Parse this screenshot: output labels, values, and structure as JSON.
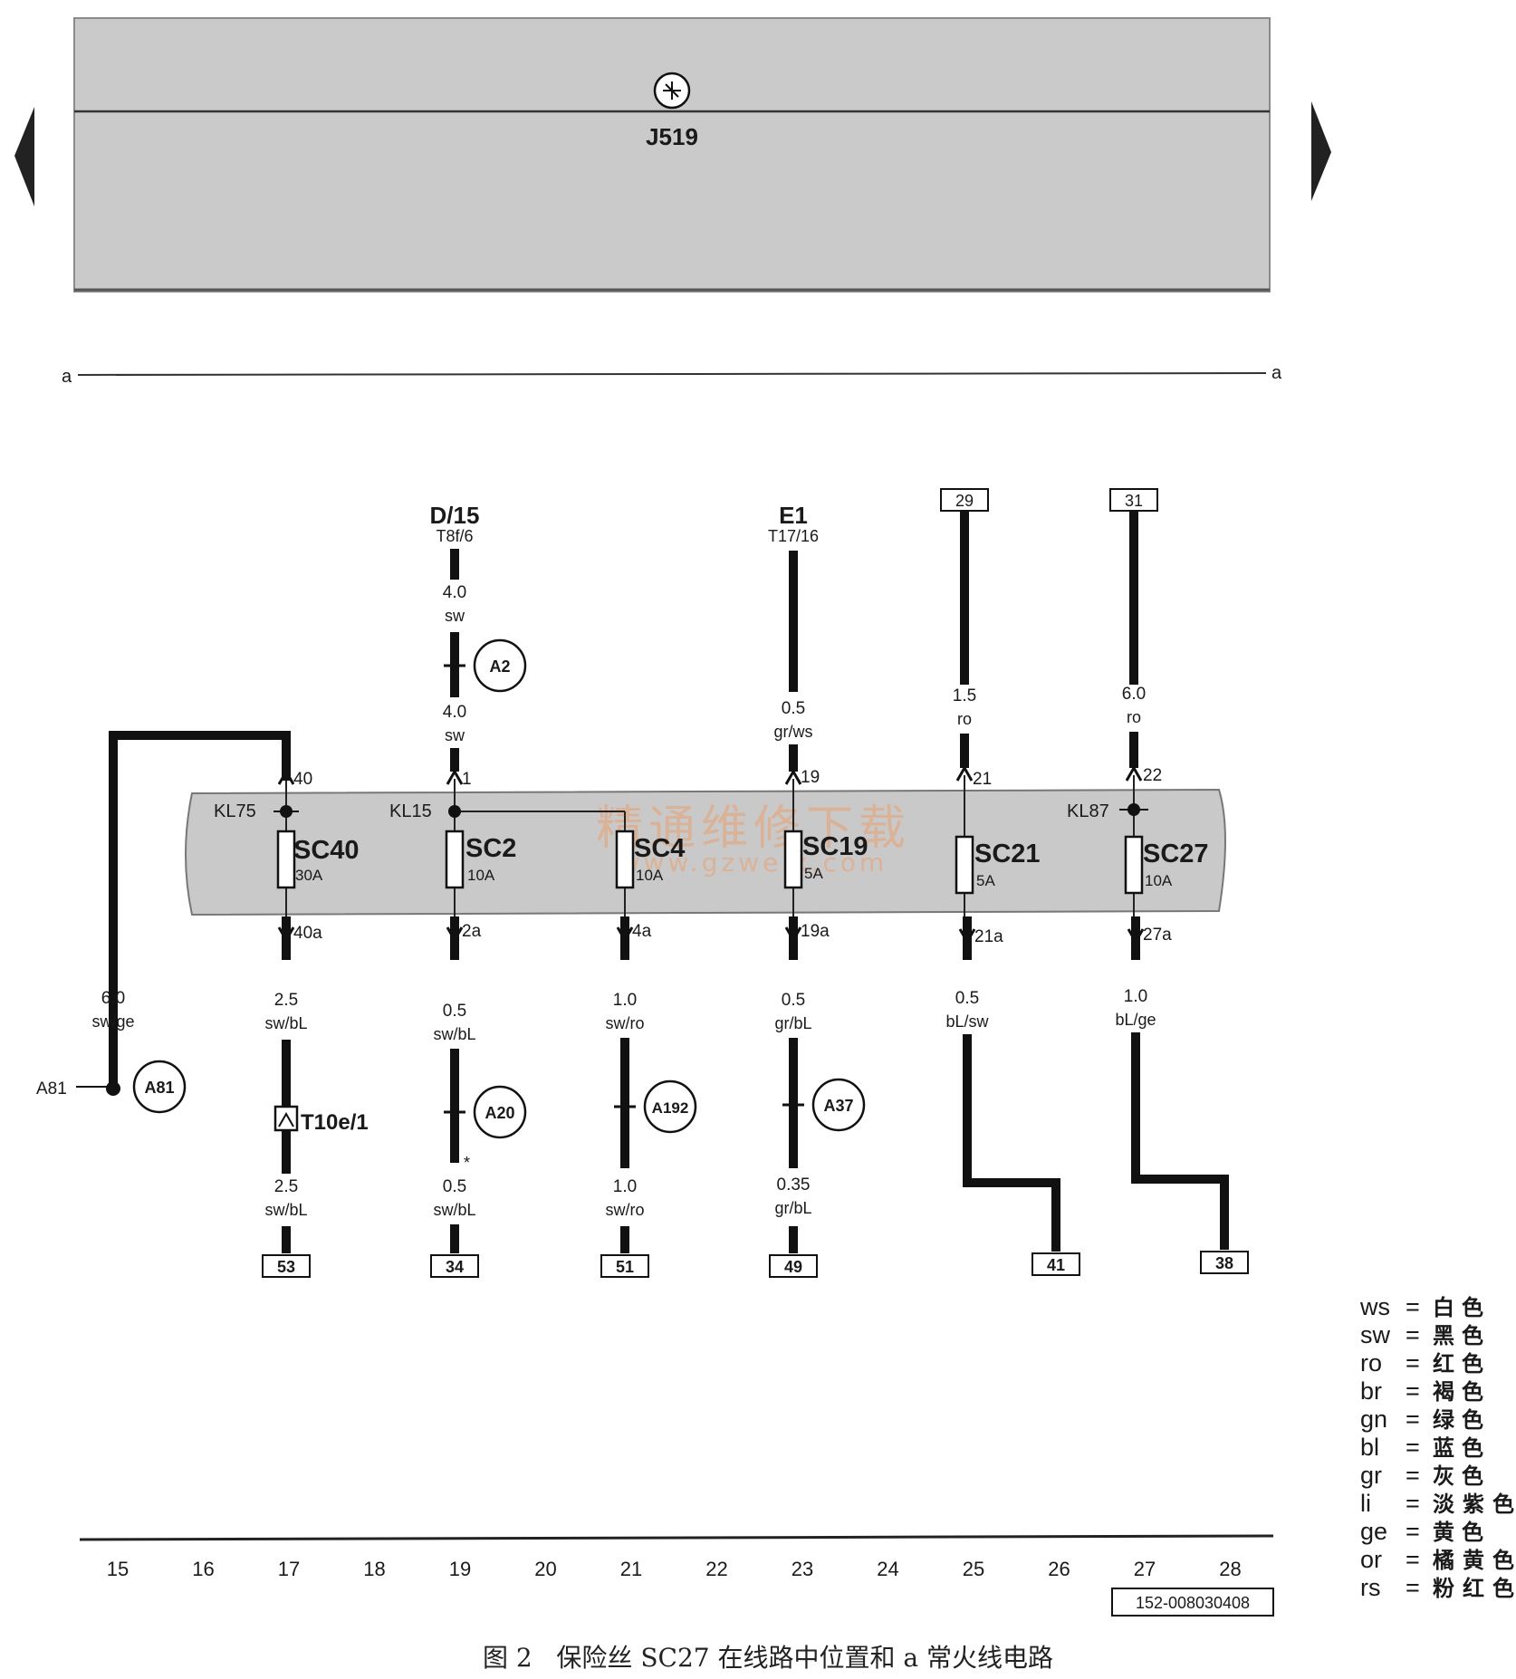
{
  "control_unit": {
    "label": "J519",
    "symbol": "ecu-circle-symbol"
  },
  "bus_line": {
    "left_label": "a",
    "right_label": "a"
  },
  "top_sources": {
    "d": {
      "name": "D/15",
      "connector": "T8f/6",
      "wire_top": {
        "size": "4.0",
        "color": "sw"
      },
      "wire_bottom": {
        "size": "4.0",
        "color": "sw"
      },
      "splice": "A2"
    },
    "e": {
      "name": "E1",
      "connector": "T17/16",
      "wire": {
        "size": "0.5",
        "color": "gr/ws"
      }
    },
    "box29": {
      "ref": "29",
      "wire": {
        "size": "1.5",
        "color": "ro"
      }
    },
    "box31": {
      "ref": "31",
      "wire": {
        "size": "6.0",
        "color": "ro"
      }
    }
  },
  "pins_top": [
    "40",
    "1",
    "19",
    "21",
    "22"
  ],
  "terminals": {
    "kl75": "KL75",
    "kl15": "KL15",
    "kl87": "KL87"
  },
  "fuses": [
    {
      "name": "SC40",
      "rating": "30A",
      "pin_out": "40a"
    },
    {
      "name": "SC2",
      "rating": "10A",
      "pin_out": "2a"
    },
    {
      "name": "SC4",
      "rating": "10A",
      "pin_out": "4a"
    },
    {
      "name": "SC19",
      "rating": "5A",
      "pin_out": "19a"
    },
    {
      "name": "SC21",
      "rating": "5A",
      "pin_out": "21a"
    },
    {
      "name": "SC27",
      "rating": "10A",
      "pin_out": "27a"
    }
  ],
  "watermark": {
    "cn": "精通维修下载",
    "url": "www.gzweix.com"
  },
  "left_feed": {
    "size": "6.0",
    "color": "sw/ge",
    "node": "A81",
    "splice": "A81"
  },
  "outputs": [
    {
      "upper": {
        "size": "2.5",
        "color": "sw/bL"
      },
      "inline": "T10e/1",
      "lower": {
        "size": "2.5",
        "color": "sw/bL"
      },
      "ref": "53"
    },
    {
      "upper": {
        "size": "0.5",
        "color": "sw/bL"
      },
      "inline": "A20",
      "lower": {
        "size": "0.5",
        "color": "sw/bL"
      },
      "ref": "34",
      "mark": "*"
    },
    {
      "upper": {
        "size": "1.0",
        "color": "sw/ro"
      },
      "inline": "A192",
      "lower": {
        "size": "1.0",
        "color": "sw/ro"
      },
      "ref": "51"
    },
    {
      "upper": {
        "size": "0.5",
        "color": "gr/bL"
      },
      "inline": "A37",
      "lower": {
        "size": "0.35",
        "color": "gr/bL"
      },
      "ref": "49"
    },
    {
      "upper": {
        "size": "0.5",
        "color": "bL/sw"
      },
      "ref": "41"
    },
    {
      "upper": {
        "size": "1.0",
        "color": "bL/ge"
      },
      "ref": "38"
    }
  ],
  "ruler": [
    "15",
    "16",
    "17",
    "18",
    "19",
    "20",
    "21",
    "22",
    "23",
    "24",
    "25",
    "26",
    "27",
    "28"
  ],
  "figure_id": "152-008030408",
  "legend": [
    {
      "code": "ws",
      "eq": "=",
      "meaning": "白色"
    },
    {
      "code": "sw",
      "eq": "=",
      "meaning": "黑色"
    },
    {
      "code": "ro",
      "eq": "=",
      "meaning": "红色"
    },
    {
      "code": "br",
      "eq": "=",
      "meaning": "褐色"
    },
    {
      "code": "gn",
      "eq": "=",
      "meaning": "绿色"
    },
    {
      "code": "bl",
      "eq": "=",
      "meaning": "蓝色"
    },
    {
      "code": "gr",
      "eq": "=",
      "meaning": "灰色"
    },
    {
      "code": "li",
      "eq": "=",
      "meaning": "淡紫色"
    },
    {
      "code": "ge",
      "eq": "=",
      "meaning": "黄色"
    },
    {
      "code": "or",
      "eq": "=",
      "meaning": "橘黄色"
    },
    {
      "code": "rs",
      "eq": "=",
      "meaning": "粉红色"
    }
  ],
  "caption": "图 2   保险丝 SC27 在线路中位置和 a 常火线电路",
  "colors": {
    "panel": "#c9c9c9",
    "wire": "#111111",
    "watermark": "#e8a070"
  }
}
